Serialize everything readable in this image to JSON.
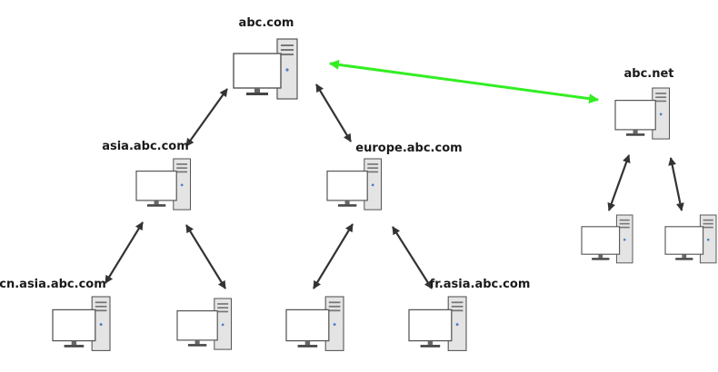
{
  "diagram": {
    "colors": {
      "hierarchy_link": "#333333",
      "trust_link": "#33ee22",
      "monitor_fill": "#ffffff",
      "tower_fill": "#e4e4e4",
      "stroke": "#555555",
      "led": "#4a7fc1"
    },
    "icons": {
      "computer": "desktop-computer-icon"
    },
    "nodes": [
      {
        "id": "abc-com",
        "label": "abc.com"
      },
      {
        "id": "asia",
        "label": "asia.abc.com"
      },
      {
        "id": "europe",
        "label": "europe.abc.com"
      },
      {
        "id": "cn",
        "label": "cn.asia.abc.com"
      },
      {
        "id": "asia-leaf-2",
        "label": ""
      },
      {
        "id": "europe-leaf-1",
        "label": ""
      },
      {
        "id": "fr",
        "label": "fr.asia.abc.com"
      },
      {
        "id": "abc-net",
        "label": "abc.net"
      },
      {
        "id": "net-leaf-1",
        "label": ""
      },
      {
        "id": "net-leaf-2",
        "label": ""
      }
    ],
    "links": [
      {
        "from": "abc-com",
        "to": "asia",
        "kind": "hierarchy",
        "direction": "both"
      },
      {
        "from": "abc-com",
        "to": "europe",
        "kind": "hierarchy",
        "direction": "both"
      },
      {
        "from": "asia",
        "to": "cn",
        "kind": "hierarchy",
        "direction": "both"
      },
      {
        "from": "asia",
        "to": "asia-leaf-2",
        "kind": "hierarchy",
        "direction": "both"
      },
      {
        "from": "europe",
        "to": "europe-leaf-1",
        "kind": "hierarchy",
        "direction": "both"
      },
      {
        "from": "europe",
        "to": "fr",
        "kind": "hierarchy",
        "direction": "both"
      },
      {
        "from": "abc-net",
        "to": "net-leaf-1",
        "kind": "hierarchy",
        "direction": "both"
      },
      {
        "from": "abc-net",
        "to": "net-leaf-2",
        "kind": "hierarchy",
        "direction": "both"
      },
      {
        "from": "abc-com",
        "to": "abc-net",
        "kind": "trust",
        "direction": "both"
      }
    ]
  }
}
